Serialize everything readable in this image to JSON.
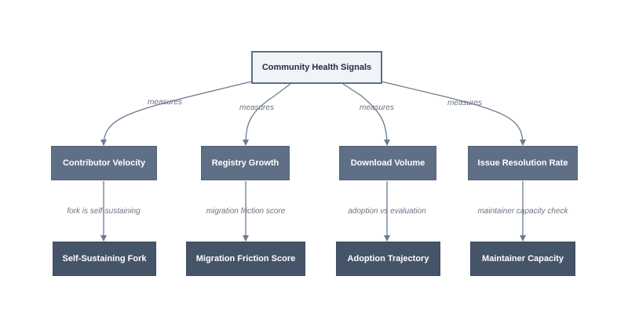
{
  "diagram": {
    "root": {
      "label": "Community Health Signals"
    },
    "branch_edge_label": "measures",
    "branches": [
      {
        "label": "Contributor Velocity",
        "edge_label": "fork is self-sustaining",
        "leaf": "Self-Sustaining Fork"
      },
      {
        "label": "Registry Growth",
        "edge_label": "migration friction score",
        "leaf": "Migration Friction Score"
      },
      {
        "label": "Download Volume",
        "edge_label": "adoption vs evaluation",
        "leaf": "Adoption Trajectory"
      },
      {
        "label": "Issue Resolution Rate",
        "edge_label": "maintainer capacity check",
        "leaf": "Maintainer Capacity"
      }
    ]
  },
  "colors": {
    "root_fill": "#f0f3f8",
    "root_border": "#5f6f86",
    "mid_fill": "#5f6f86",
    "leaf_fill": "#46546a",
    "edge": "#6b7a90",
    "edge_label": "#6b7280"
  }
}
